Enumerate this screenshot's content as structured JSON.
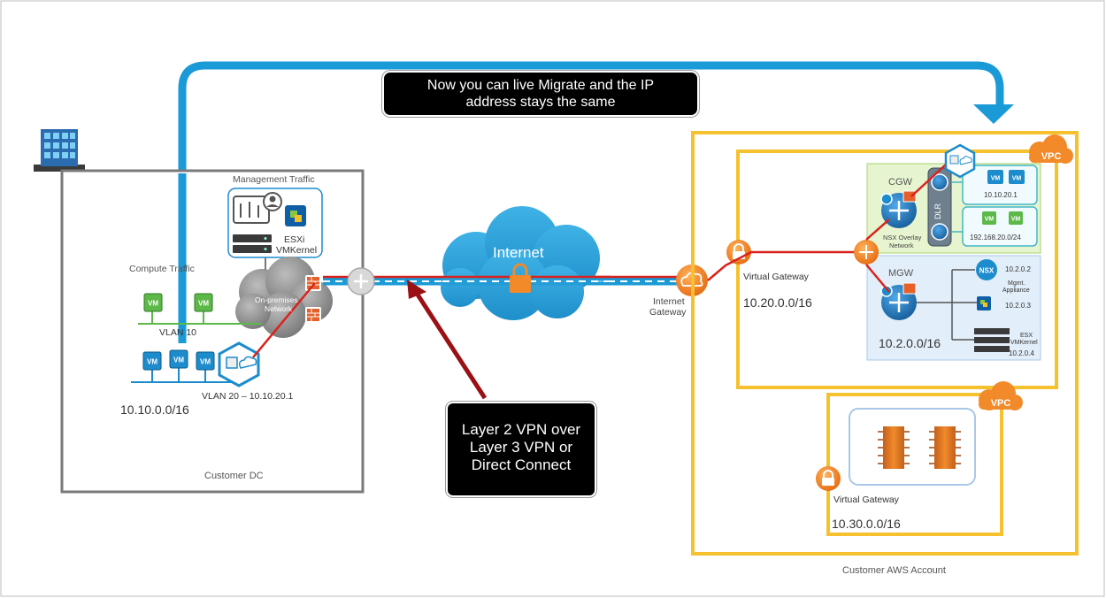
{
  "callouts": {
    "top_line1": "Now you can live Migrate and the IP",
    "top_line2": "address stays the same",
    "vpn_line1": "Layer 2 VPN over",
    "vpn_line2": "Layer 3 VPN or",
    "vpn_line3": "Direct Connect"
  },
  "customer_dc": {
    "label": "Customer DC",
    "management_traffic": "Management Traffic",
    "esxi": "ESXi",
    "vmkernel": "VMKernel",
    "compute_traffic": "Compute Traffic",
    "onprem_line1": "On-premises",
    "onprem_line2": "Network",
    "vlan10": "VLAN 10",
    "vlan20": "VLAN 20 – 10.10.20.1",
    "subnet": "10.10.0.0/16",
    "vm": "VM"
  },
  "internet": {
    "label": "Internet",
    "gateway_line1": "Internet",
    "gateway_line2": "Gateway"
  },
  "aws": {
    "account_label": "Customer AWS Account",
    "vpc": "VPC",
    "virtual_gateway": "Virtual Gateway",
    "vpc1_subnet": "10.20.0.0/16",
    "cgw": "CGW",
    "dlr": "DLR",
    "nsx_overlay_line1": "NSX Overlay",
    "nsx_overlay_line2": "Network",
    "seg1_ip": "10.10.20.1",
    "seg2_ip": "192.168.20.0/24",
    "mgw": "MGW",
    "mgmt_subnet": "10.2.0.0/16",
    "nsx": "NSX",
    "nsx_ip": "10.2.0.2",
    "mgmt_appliance_line1": "Mgmt.",
    "mgmt_appliance_line2": "Appliance",
    "vcenter_ip": "10.2.0.3",
    "esx_line1": "ESX",
    "esx_line2": "VMKernel",
    "esx_ip": "10.2.0.4",
    "vpc2_virtual_gateway": "Virtual Gateway",
    "vpc2_subnet": "10.30.0.0/16"
  },
  "colors": {
    "migration_arrow": "#1a9ad6",
    "vpc_border": "#f5c12e",
    "vpn_line": "#d9221c",
    "vm_green": "#5cb848",
    "vm_blue": "#1d8ccd",
    "orange": "#f28a2a",
    "dark_red_arrow": "#9b1015"
  }
}
